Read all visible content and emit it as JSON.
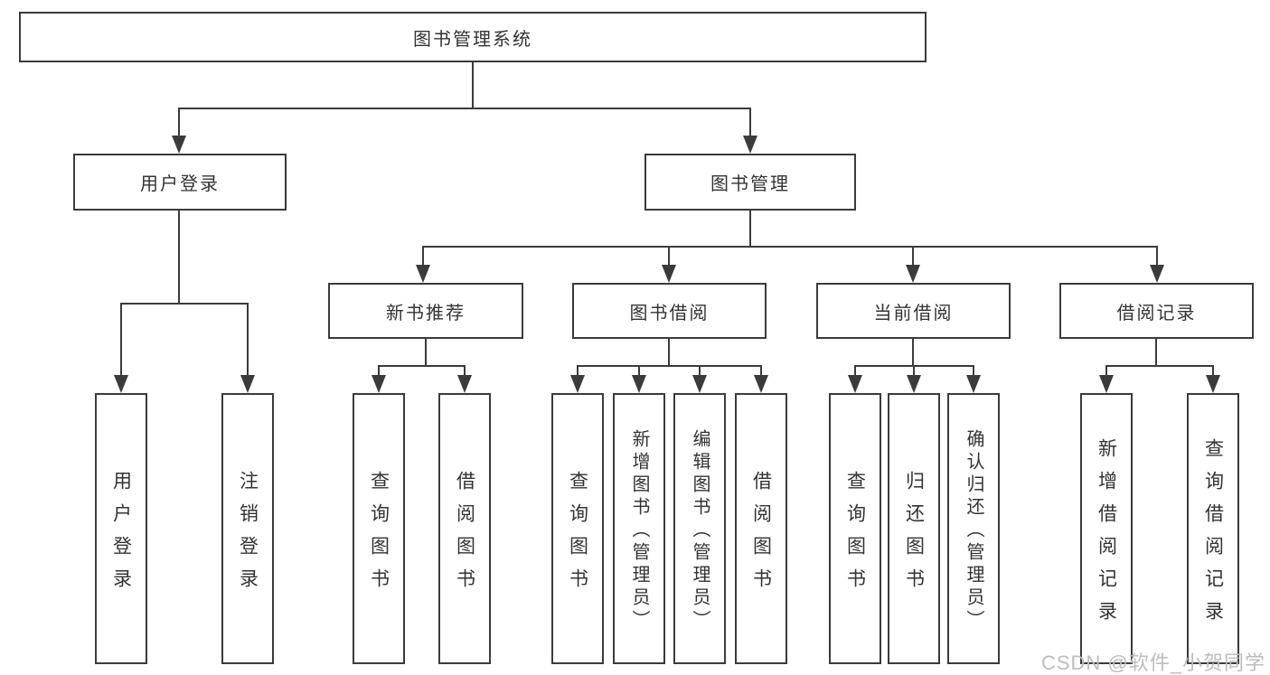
{
  "diagram": {
    "title": "图书管理系统",
    "root": {
      "label": "图书管理系统"
    },
    "level2": [
      {
        "id": "user-login",
        "label": "用户登录"
      },
      {
        "id": "book-management",
        "label": "图书管理"
      }
    ],
    "level3": [
      {
        "id": "new-book-recommend",
        "label": "新书推荐"
      },
      {
        "id": "book-borrowing",
        "label": "图书借阅"
      },
      {
        "id": "current-borrowing",
        "label": "当前借阅"
      },
      {
        "id": "borrowing-records",
        "label": "借阅记录"
      }
    ],
    "leaves": {
      "user_login": [
        "用户登录",
        "注销登录"
      ],
      "new_book_recommend": [
        "查询图书",
        "借阅图书"
      ],
      "book_borrowing": [
        "查询图书",
        "新增图书（管理员）",
        "编辑图书（管理员）",
        "借阅图书"
      ],
      "current_borrowing": [
        "查询图书",
        "归还图书",
        "确认归还（管理员）"
      ],
      "borrowing_records": [
        "新增借阅记录",
        "查询借阅记录"
      ]
    }
  },
  "watermark": {
    "text": "CSDN @软件_小贺同学"
  },
  "colors": {
    "line": "#3b3b3b",
    "text": "#333333",
    "watermark": "#bdbdbd",
    "background": "#ffffff"
  }
}
